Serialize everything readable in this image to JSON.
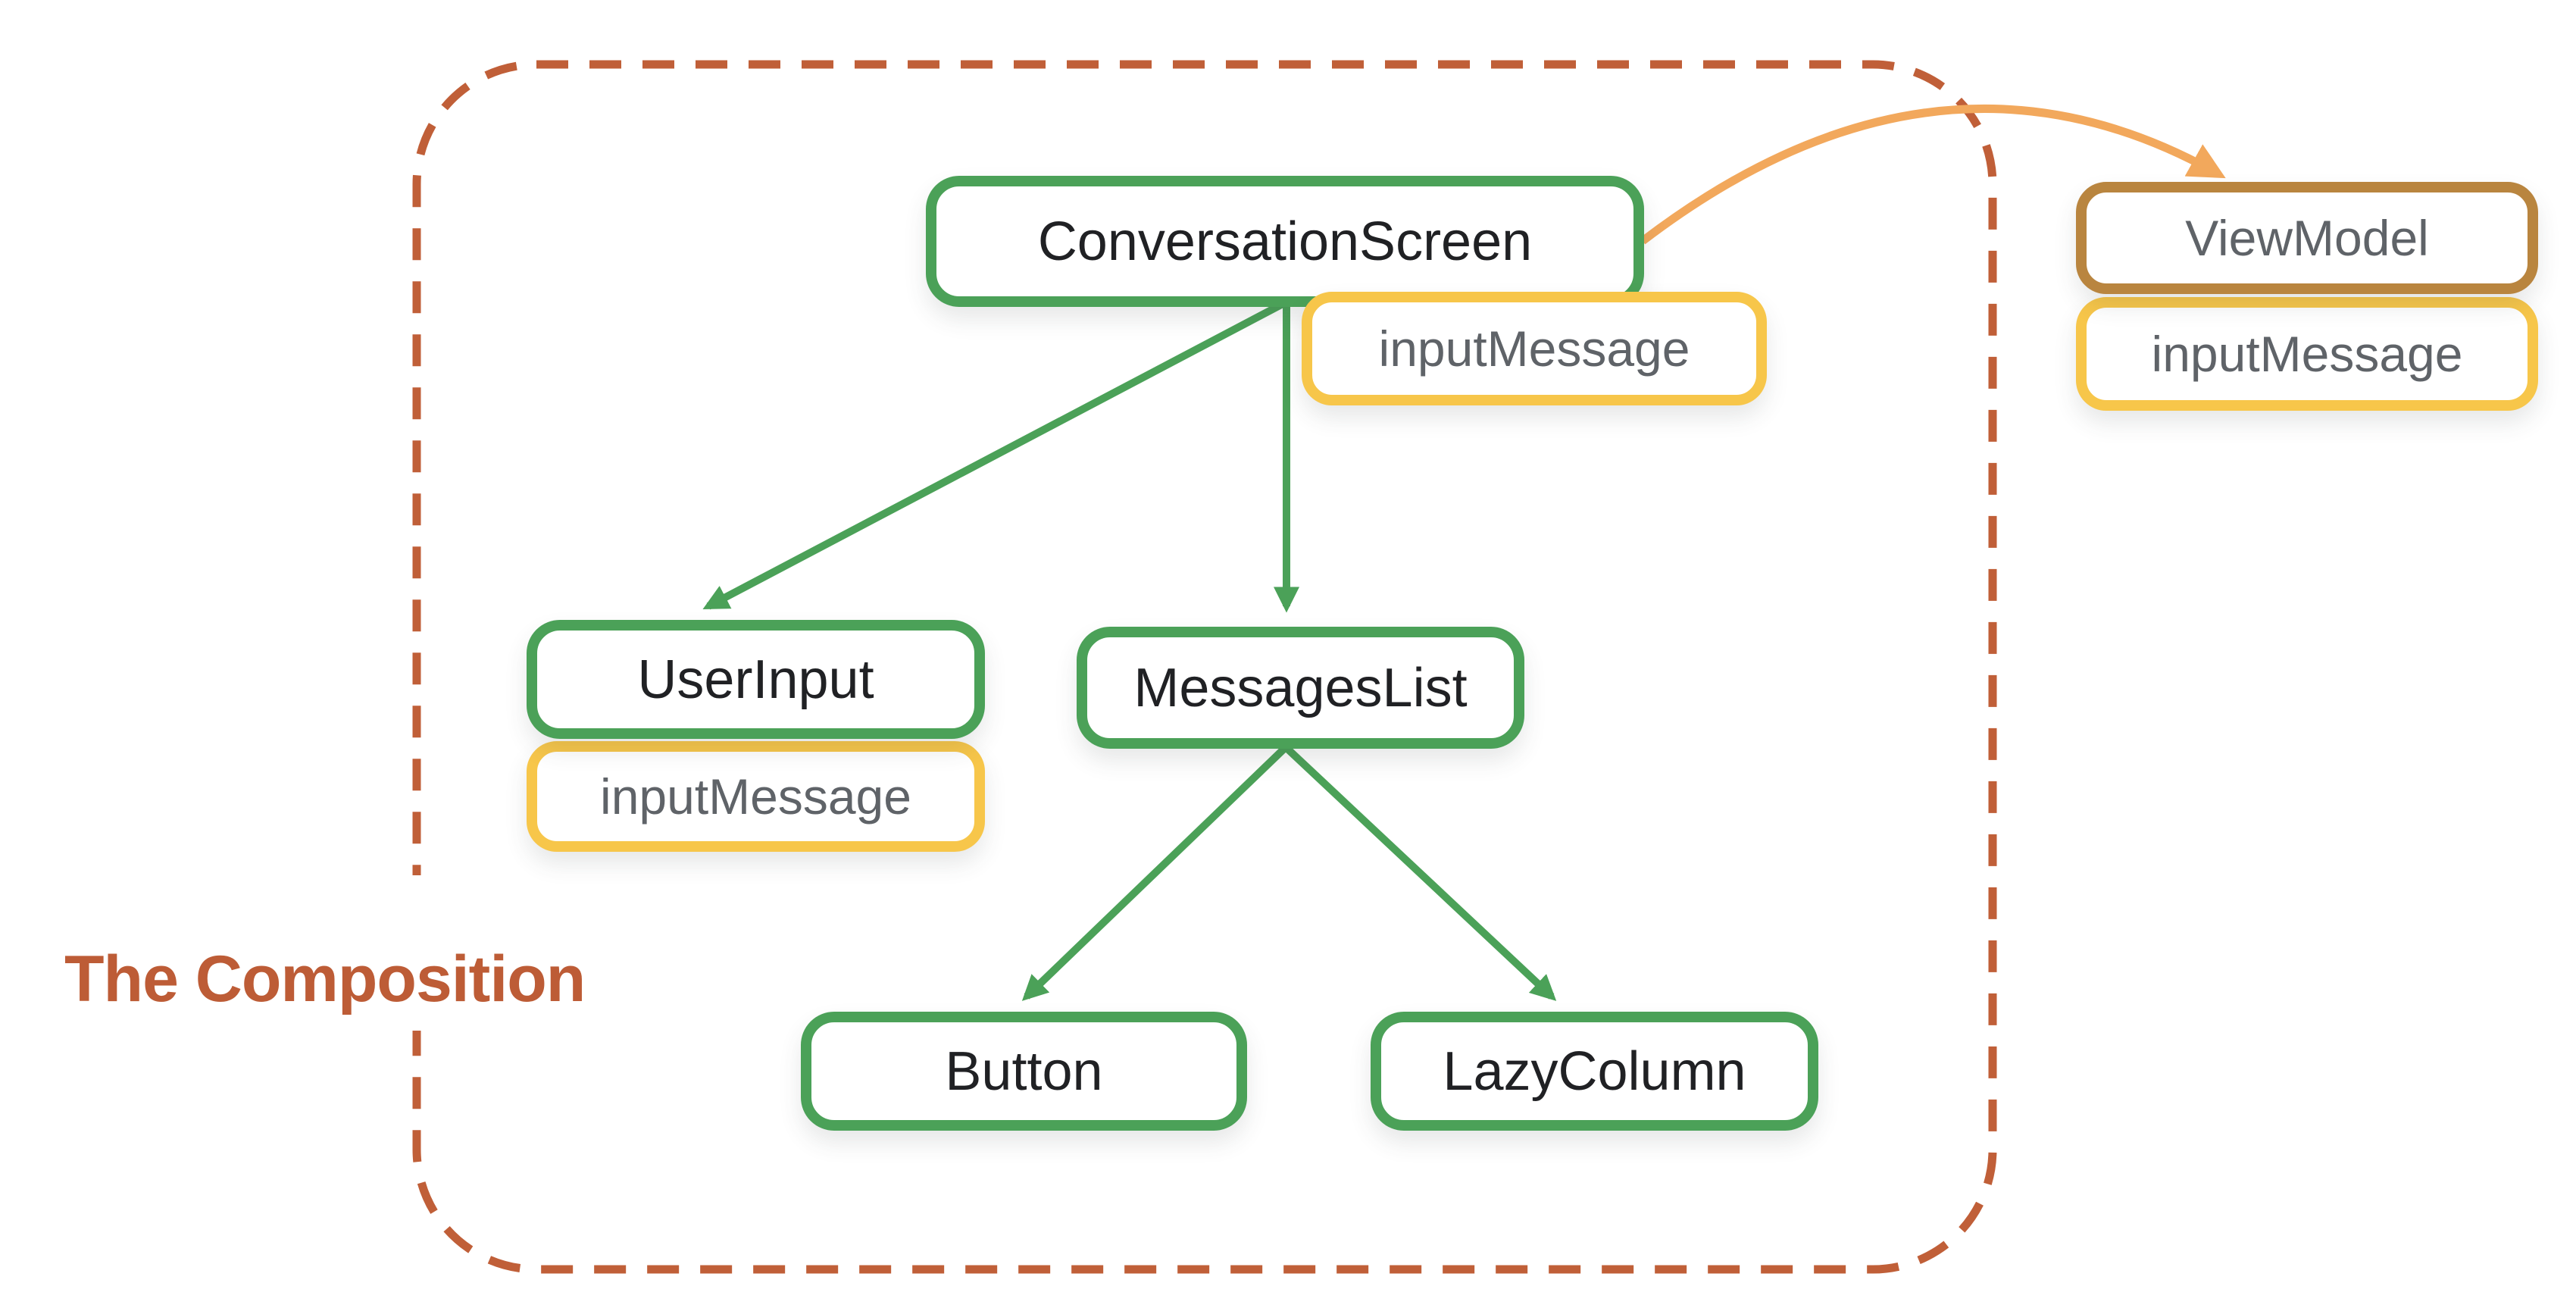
{
  "title": "The Composition",
  "nodes": {
    "conversation_screen": "ConversationScreen",
    "user_input": "UserInput",
    "messages_list": "MessagesList",
    "button": "Button",
    "lazy_column": "LazyColumn",
    "view_model": "ViewModel"
  },
  "state_labels": {
    "conversation_screen": "inputMessage",
    "user_input": "inputMessage",
    "view_model": "inputMessage"
  },
  "edges": [
    {
      "from": "ConversationScreen",
      "to": "UserInput",
      "type": "composition"
    },
    {
      "from": "ConversationScreen",
      "to": "MessagesList",
      "type": "composition"
    },
    {
      "from": "MessagesList",
      "to": "Button",
      "type": "composition"
    },
    {
      "from": "MessagesList",
      "to": "LazyColumn",
      "type": "composition"
    },
    {
      "from": "ConversationScreen",
      "to": "ViewModel",
      "type": "state-read"
    }
  ],
  "colors": {
    "composable_border": "#4ba158",
    "state_border": "#f7c64a",
    "viewmodel_border": "#b9853f",
    "flow_arrow": "#f2a85c",
    "boundary_dash": "#c05f38",
    "title_text": "#bd5c36",
    "composable_text": "#202124",
    "state_text": "#5f6368"
  }
}
